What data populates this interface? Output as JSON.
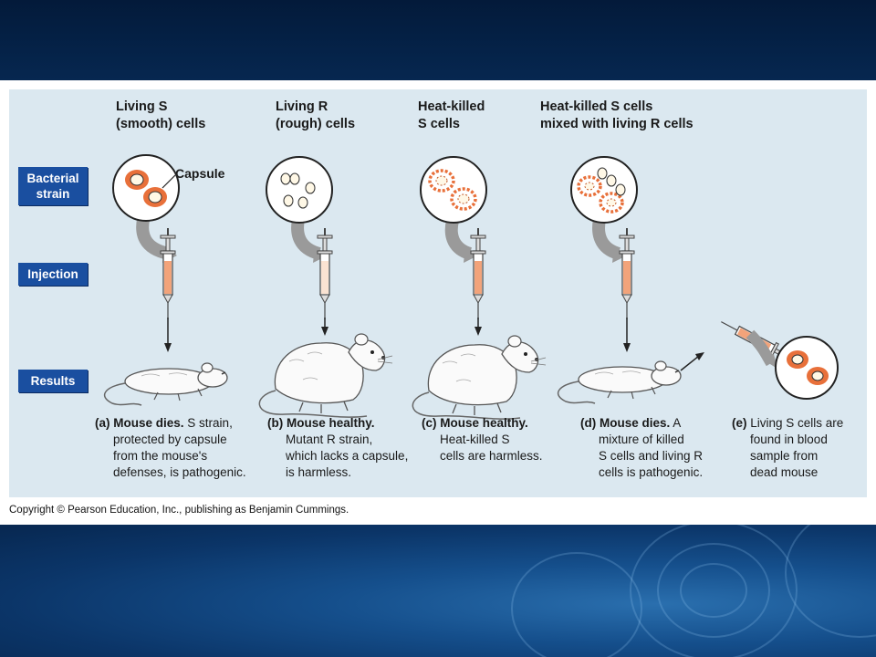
{
  "headers": {
    "col_a": "Living S\n(smooth) cells",
    "col_b": "Living R\n(rough) cells",
    "col_c": "Heat-killed\nS cells",
    "col_d": "Heat-killed S cells\nmixed with living R cells"
  },
  "stages": {
    "strain": "Bacterial\nstrain",
    "injection": "Injection",
    "results": "Results"
  },
  "capsule_label": "Capsule",
  "captions": {
    "a": {
      "tag": "(a)",
      "bold": "Mouse dies.",
      "rest": " S strain,",
      "lines": [
        "protected by capsule",
        "from the mouse's",
        "defenses, is pathogenic."
      ]
    },
    "b": {
      "tag": "(b)",
      "bold": "Mouse healthy.",
      "rest": "",
      "lines": [
        "Mutant R strain,",
        "which lacks a capsule,",
        "is harmless."
      ]
    },
    "c": {
      "tag": "(c)",
      "bold": "Mouse healthy.",
      "rest": "",
      "lines": [
        "Heat-killed S",
        "cells are harmless."
      ]
    },
    "d": {
      "tag": "(d)",
      "bold": "Mouse dies.",
      "rest": " A",
      "lines": [
        "mixture of killed",
        "S cells and living R",
        "cells is pathogenic."
      ]
    },
    "e": {
      "tag": "(e)",
      "bold": "",
      "rest": " Living S cells are",
      "lines": [
        "found in blood",
        "sample from",
        "dead mouse"
      ]
    }
  },
  "copyright": "Copyright © Pearson Education, Inc., publishing as Benjamin Cummings.",
  "colors": {
    "stage_label_bg": "#1a4fa0",
    "panel_bg": "#dbe8f0",
    "capsule": "#e8703a",
    "syringe_fill": "#f2a37a"
  }
}
